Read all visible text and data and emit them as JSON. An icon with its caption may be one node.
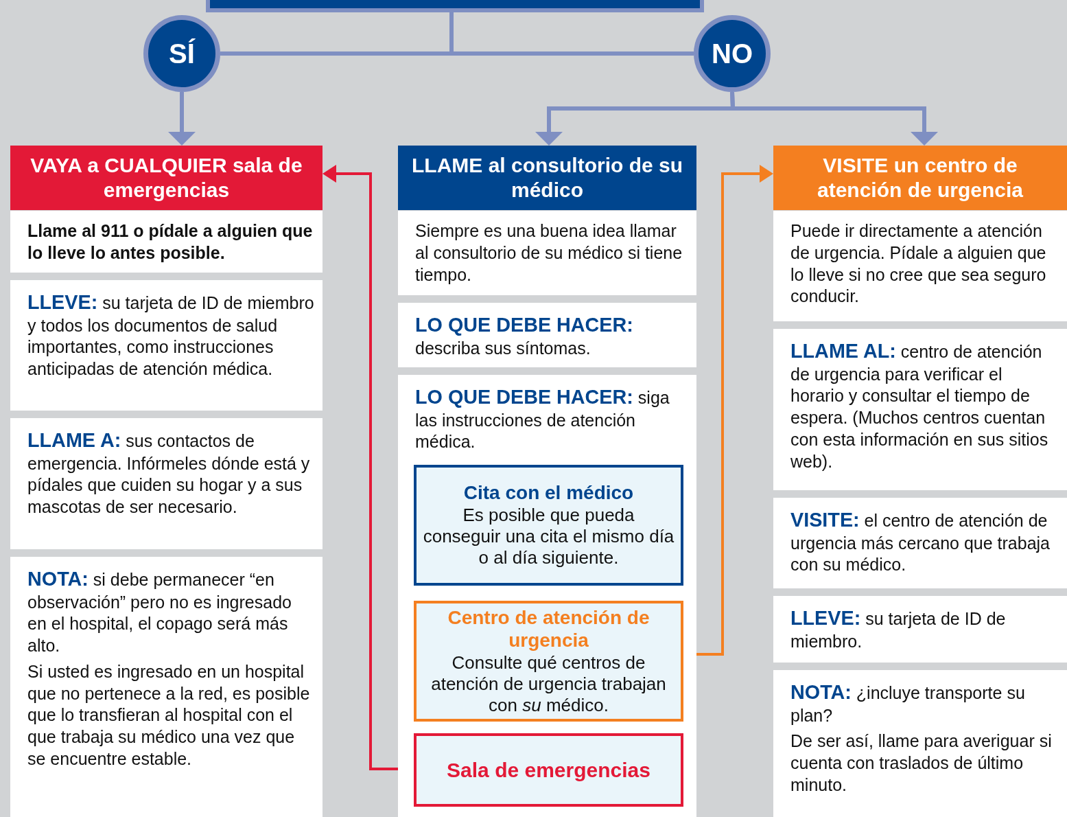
{
  "diagram": {
    "nodes": [
      {
        "text": [],
        "shape": "box"
      },
      {
        "text": [
          "SÍ"
        ]
      },
      {
        "text": [
          "NO"
        ]
      },
      {
        "text": [
          "VAYA a CUALQUIER sala de emergencias"
        ]
      },
      {
        "text": [
          "Llame al 911 o pídale a alguien que lo lleve lo antes posible."
        ]
      },
      {
        "text": [
          "**LLEVE:** su tarjeta de ID de miembro y todos los documentos de salud importantes, como instrucciones anticipadas de atención médica."
        ]
      },
      {
        "text": [
          "**LLAME A:** sus contactos de emergencia. Infórmeles dónde está y pídales que cuiden su hogar y a sus mascotas de ser necesario."
        ]
      },
      {
        "text": [
          "**NOTA:** si debe permanecer “en observación” pero no es ingresado en el hospital, el copago será más alto.",
          "Si usted es ingresado en un hospital que no pertenece a la red, es posible que lo transfieran al hospital con el que trabaja su médico una vez que se encuentre estable."
        ]
      },
      {
        "text": [
          "LLAME al consultorio de su médico"
        ]
      },
      {
        "text": [
          "Siempre es una buena idea llamar al consultorio de su médico si tiene tiempo."
        ]
      },
      {
        "text": [
          "**LO QUE DEBE HACER:** describa sus síntomas."
        ]
      },
      {
        "text": [
          "**LO QUE DEBE HACER:** siga las instrucciones de atención médica."
        ]
      },
      {
        "text": [
          "Cita con el médico",
          "Es posible que pueda conseguir una cita el mismo día o al día siguiente."
        ],
        "in": 11
      },
      {
        "text": [
          "Centro de atención de urgencia",
          "Consulte qué centros de atención de urgencia trabajan con *su* médico."
        ],
        "in": 11
      },
      {
        "text": [
          "Sala de emergencias"
        ],
        "in": 11
      },
      {
        "text": [
          "VISITE un centro de atención de urgencia"
        ]
      },
      {
        "text": [
          "Puede ir directamente a atención de urgencia. Pídale a alguien que lo lleve si no cree que sea seguro conducir."
        ]
      },
      {
        "text": [
          "**LLAME AL:** centro de atención de urgencia para verificar el horario y consultar el tiempo de espera. (Muchos centros cuentan con esta información en sus sitios web)."
        ]
      },
      {
        "text": [
          "**VISITE:** el centro de atención de urgencia más cercano que trabaja con su médico."
        ]
      },
      {
        "text": [
          "**LLEVE:** su tarjeta de ID de miembro."
        ]
      },
      {
        "text": [
          "**NOTA:** ¿incluye transporte su plan?",
          "De ser así, llame para averiguar si cuenta con traslados de último minuto."
        ]
      }
    ],
    "edges": [
      {
        "from": 0,
        "to": 1,
        "arrow": "none"
      },
      {
        "from": 0,
        "to": 2,
        "arrow": "none"
      },
      {
        "from": 1,
        "to": 3,
        "arrow": "to"
      },
      {
        "from": 2,
        "to": 8,
        "arrow": "to"
      },
      {
        "from": 2,
        "to": 15,
        "arrow": "to"
      },
      {
        "from": 14,
        "to": 3,
        "arrow": "to",
        "color": "#e31937"
      },
      {
        "from": 13,
        "to": 15,
        "arrow": "to",
        "color": "#f47f20"
      }
    ]
  }
}
